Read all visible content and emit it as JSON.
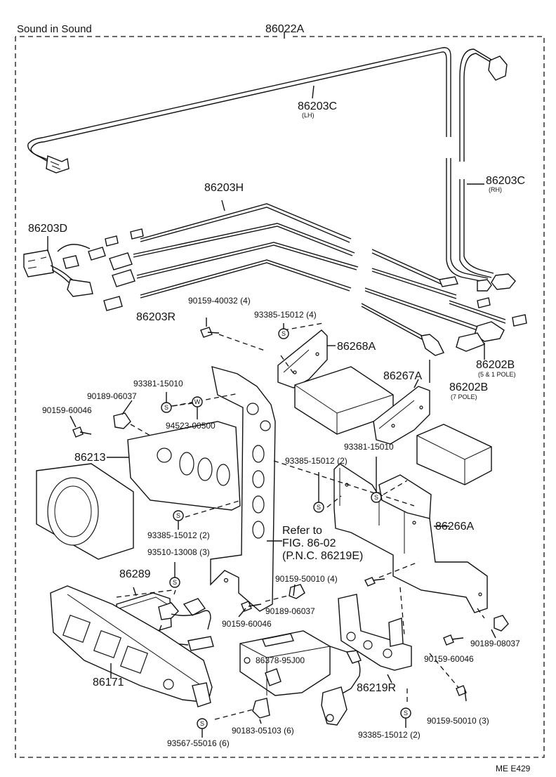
{
  "header": {
    "title": "Sound in Sound",
    "assembly": "86022A"
  },
  "labels": {
    "p86203C_lh": "86203C",
    "p86203C_lh_note": "(LH)",
    "p86203C_rh": "86203C",
    "p86203C_rh_note": "(RH)",
    "p86203H": "86203H",
    "p86203D": "86203D",
    "p86203R": "86203R",
    "p90159_40032": "90159-40032 (4)",
    "p93385_15012_4": "93385-15012 (4)",
    "p86268A": "86268A",
    "p86202B_a": "86202B",
    "p86202B_a_note": "(5 & 1 POLE)",
    "p86202B_b": "86202B",
    "p86202B_b_note": "(7 POLE)",
    "p86267A": "86267A",
    "p93381_15010_a": "93381-15010",
    "p90189_06037_a": "90189-06037",
    "p90159_60046_a": "90159-60046",
    "p94523_00500": "94523-00500",
    "p86213": "86213",
    "p93385_15012_2a": "93385-15012 (2)",
    "p93381_15010_b": "93381-15010",
    "p93385_15012_2b": "93385-15012 (2)",
    "refer_1": "Refer to",
    "refer_2": "FIG. 86-02",
    "refer_3": "(P.N.C. 86219E)",
    "p86266A": "86266A",
    "p93510_13008": "93510-13008 (3)",
    "p86289": "86289",
    "p90159_50010_4": "90159-50010 (4)",
    "p90189_06037_b": "90189-06037",
    "p90159_60046_b": "90159-60046",
    "p86378_95J00": "86378-95J00",
    "p90189_08037": "90189-08037",
    "p90159_60046_c": "90159-60046",
    "p86219R": "86219R",
    "p86171": "86171",
    "p90159_50010_3": "90159-50010 (3)",
    "p90183_05103": "90183-05103 (6)",
    "p93385_15012_2c": "93385-15012 (2)",
    "p93567_55016": "93567-55016 (6)",
    "fig_code": "ME  E429"
  },
  "symbols": {
    "s_mark": "S",
    "w_mark": "W"
  }
}
